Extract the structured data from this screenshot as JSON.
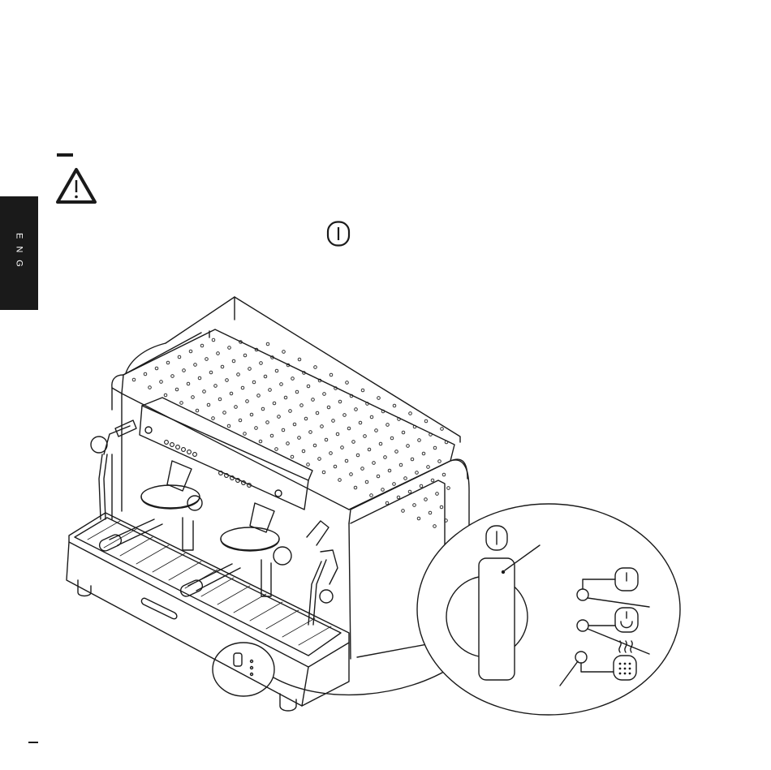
{
  "sidebar": {
    "language_tab": "ENG"
  },
  "icons": {
    "warning": "warning-triangle-icon",
    "power": "power-symbol-icon",
    "buttons": [
      "power-button-icon",
      "cup-dispense-icon",
      "steam-boiler-icon"
    ]
  },
  "colors": {
    "ink": "#1a1a1a",
    "paper": "#ffffff",
    "tab": "#1a1a1a"
  },
  "figure": {
    "subject": "espresso-machine-2-group",
    "detail": "main-switch-and-indicator-lights"
  }
}
